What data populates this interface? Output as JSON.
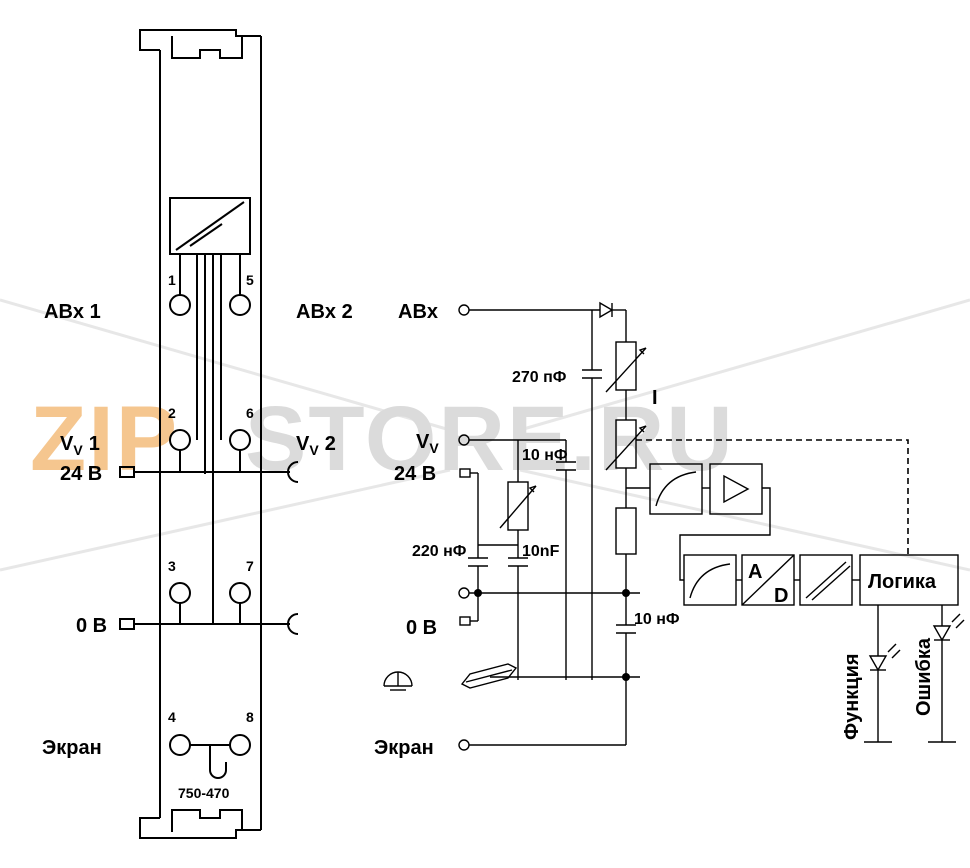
{
  "watermark": {
    "text_left": "ZIP",
    "text_right": "STORE.RU",
    "color_left": "#f2b46a",
    "color_right": "#d4d4d4"
  },
  "module": {
    "left_labels": {
      "abx1": "ABx 1",
      "vv1_main": "V",
      "vv1_sub": "V",
      "vv1_num": "1",
      "v24": "24 В",
      "v0": "0 В",
      "screen": "Экран"
    },
    "right_labels": {
      "abx2": "ABx 2",
      "vv2_main": "V",
      "vv2_sub": "V",
      "vv2_num": "2"
    },
    "pins": [
      "1",
      "5",
      "2",
      "6",
      "3",
      "7",
      "4",
      "8"
    ],
    "part_number": "750-470"
  },
  "schematic": {
    "abx": "ABx",
    "vv_main": "V",
    "vv_sub": "V",
    "v24": "24 В",
    "v0": "0 В",
    "screen": "Экран",
    "c270": "270 пФ",
    "c10a": "10 нФ",
    "c220": "220 нФ",
    "c10nf": "10nF",
    "c10b": "10 нФ",
    "current_mark": "I",
    "adc_a": "A",
    "adc_d": "D",
    "logic": "Логика",
    "led_function": "Функция",
    "led_error": "Ошибка"
  }
}
